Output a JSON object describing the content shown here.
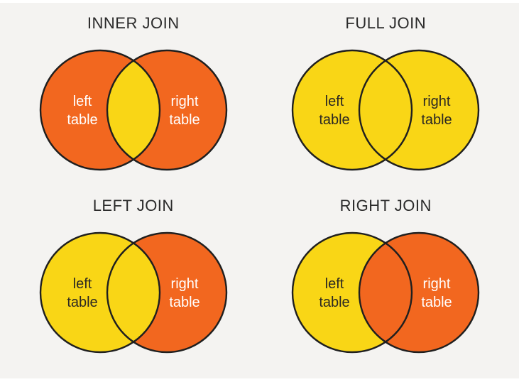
{
  "canvas": {
    "background": "#f4f3f1",
    "frame": "#ffffff"
  },
  "colors": {
    "orange": "#f2671f",
    "yellow": "#f9d616",
    "circle_outline": "#1f1f1f",
    "title_text": "#2a2a2a",
    "label_dark": "#2b2823",
    "label_light": "#ffffff"
  },
  "panels": [
    {
      "title": "INNER JOIN",
      "left_fill": "#f2671f",
      "right_fill": "#f2671f",
      "intersection_fill": "#f9d616",
      "left_label_line1": "left",
      "left_label_line2": "table",
      "left_label_color": "#ffffff",
      "right_label_line1": "right",
      "right_label_line2": "table",
      "right_label_color": "#ffffff"
    },
    {
      "title": "FULL JOIN",
      "left_fill": "#f9d616",
      "right_fill": "#f9d616",
      "intersection_fill": "#f9d616",
      "left_label_line1": "left",
      "left_label_line2": "table",
      "left_label_color": "#2b2823",
      "right_label_line1": "right",
      "right_label_line2": "table",
      "right_label_color": "#2b2823"
    },
    {
      "title": "LEFT JOIN",
      "left_fill": "#f9d616",
      "right_fill": "#f2671f",
      "intersection_fill": "#f9d616",
      "left_label_line1": "left",
      "left_label_line2": "table",
      "left_label_color": "#2b2823",
      "right_label_line1": "right",
      "right_label_line2": "table",
      "right_label_color": "#ffffff"
    },
    {
      "title": "RIGHT JOIN",
      "left_fill": "#f9d616",
      "right_fill": "#f2671f",
      "intersection_fill": "#f2671f",
      "left_label_line1": "left",
      "left_label_line2": "table",
      "left_label_color": "#2b2823",
      "right_label_line1": "right",
      "right_label_line2": "table",
      "right_label_color": "#ffffff"
    }
  ]
}
